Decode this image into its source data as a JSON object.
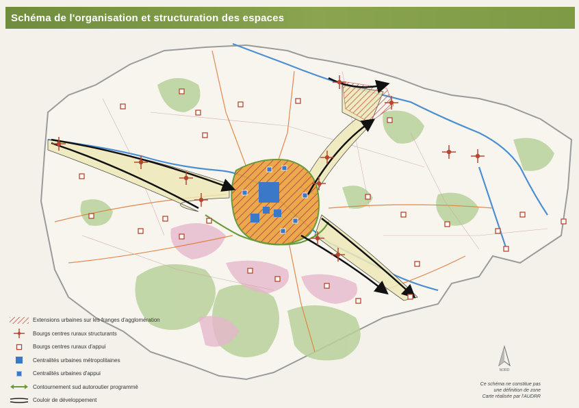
{
  "header": {
    "title": "Schéma de l'organisation et structuration des espaces",
    "color": "#7e9a45"
  },
  "legend": {
    "items": [
      {
        "label": "Extensions urbaines sur les franges d'agglomération",
        "symbol": "hatch",
        "color": "#c0524a"
      },
      {
        "label": "Bourgs centres ruraux structurants",
        "symbol": "cross-arrows",
        "color": "#b5472f"
      },
      {
        "label": "Bourgs centres ruraux d'appui",
        "symbol": "square-outline",
        "color": "#b5472f"
      },
      {
        "label": "Centralités urbaines métropolitaines",
        "symbol": "square-blue",
        "color": "#3b78c8"
      },
      {
        "label": "Centralités urbaines d'appui",
        "symbol": "square-blue-small",
        "color": "#3b78c8"
      },
      {
        "label": "Contournement sud autoroutier programmé",
        "symbol": "double-arrow-green",
        "color": "#6a9a3a"
      },
      {
        "label": "Couloir de développement",
        "symbol": "corridor",
        "color": "#222222"
      }
    ]
  },
  "disclaimer": {
    "line1": "Ce schéma ne constitue pas",
    "line2": "une définition de zone",
    "line3": "Carte réalisée par l'AUDRR"
  },
  "north_arrow": {
    "label": "NORD"
  },
  "colors": {
    "urban": "#e8a23a",
    "metro": "#3b78c8",
    "forest": "#b9d19b",
    "vine": "#e6b8cc",
    "river": "#4b8fd1",
    "border": "#8f8f8f",
    "corridor_fill": "#eee9b8",
    "road": "#e07b3a"
  }
}
